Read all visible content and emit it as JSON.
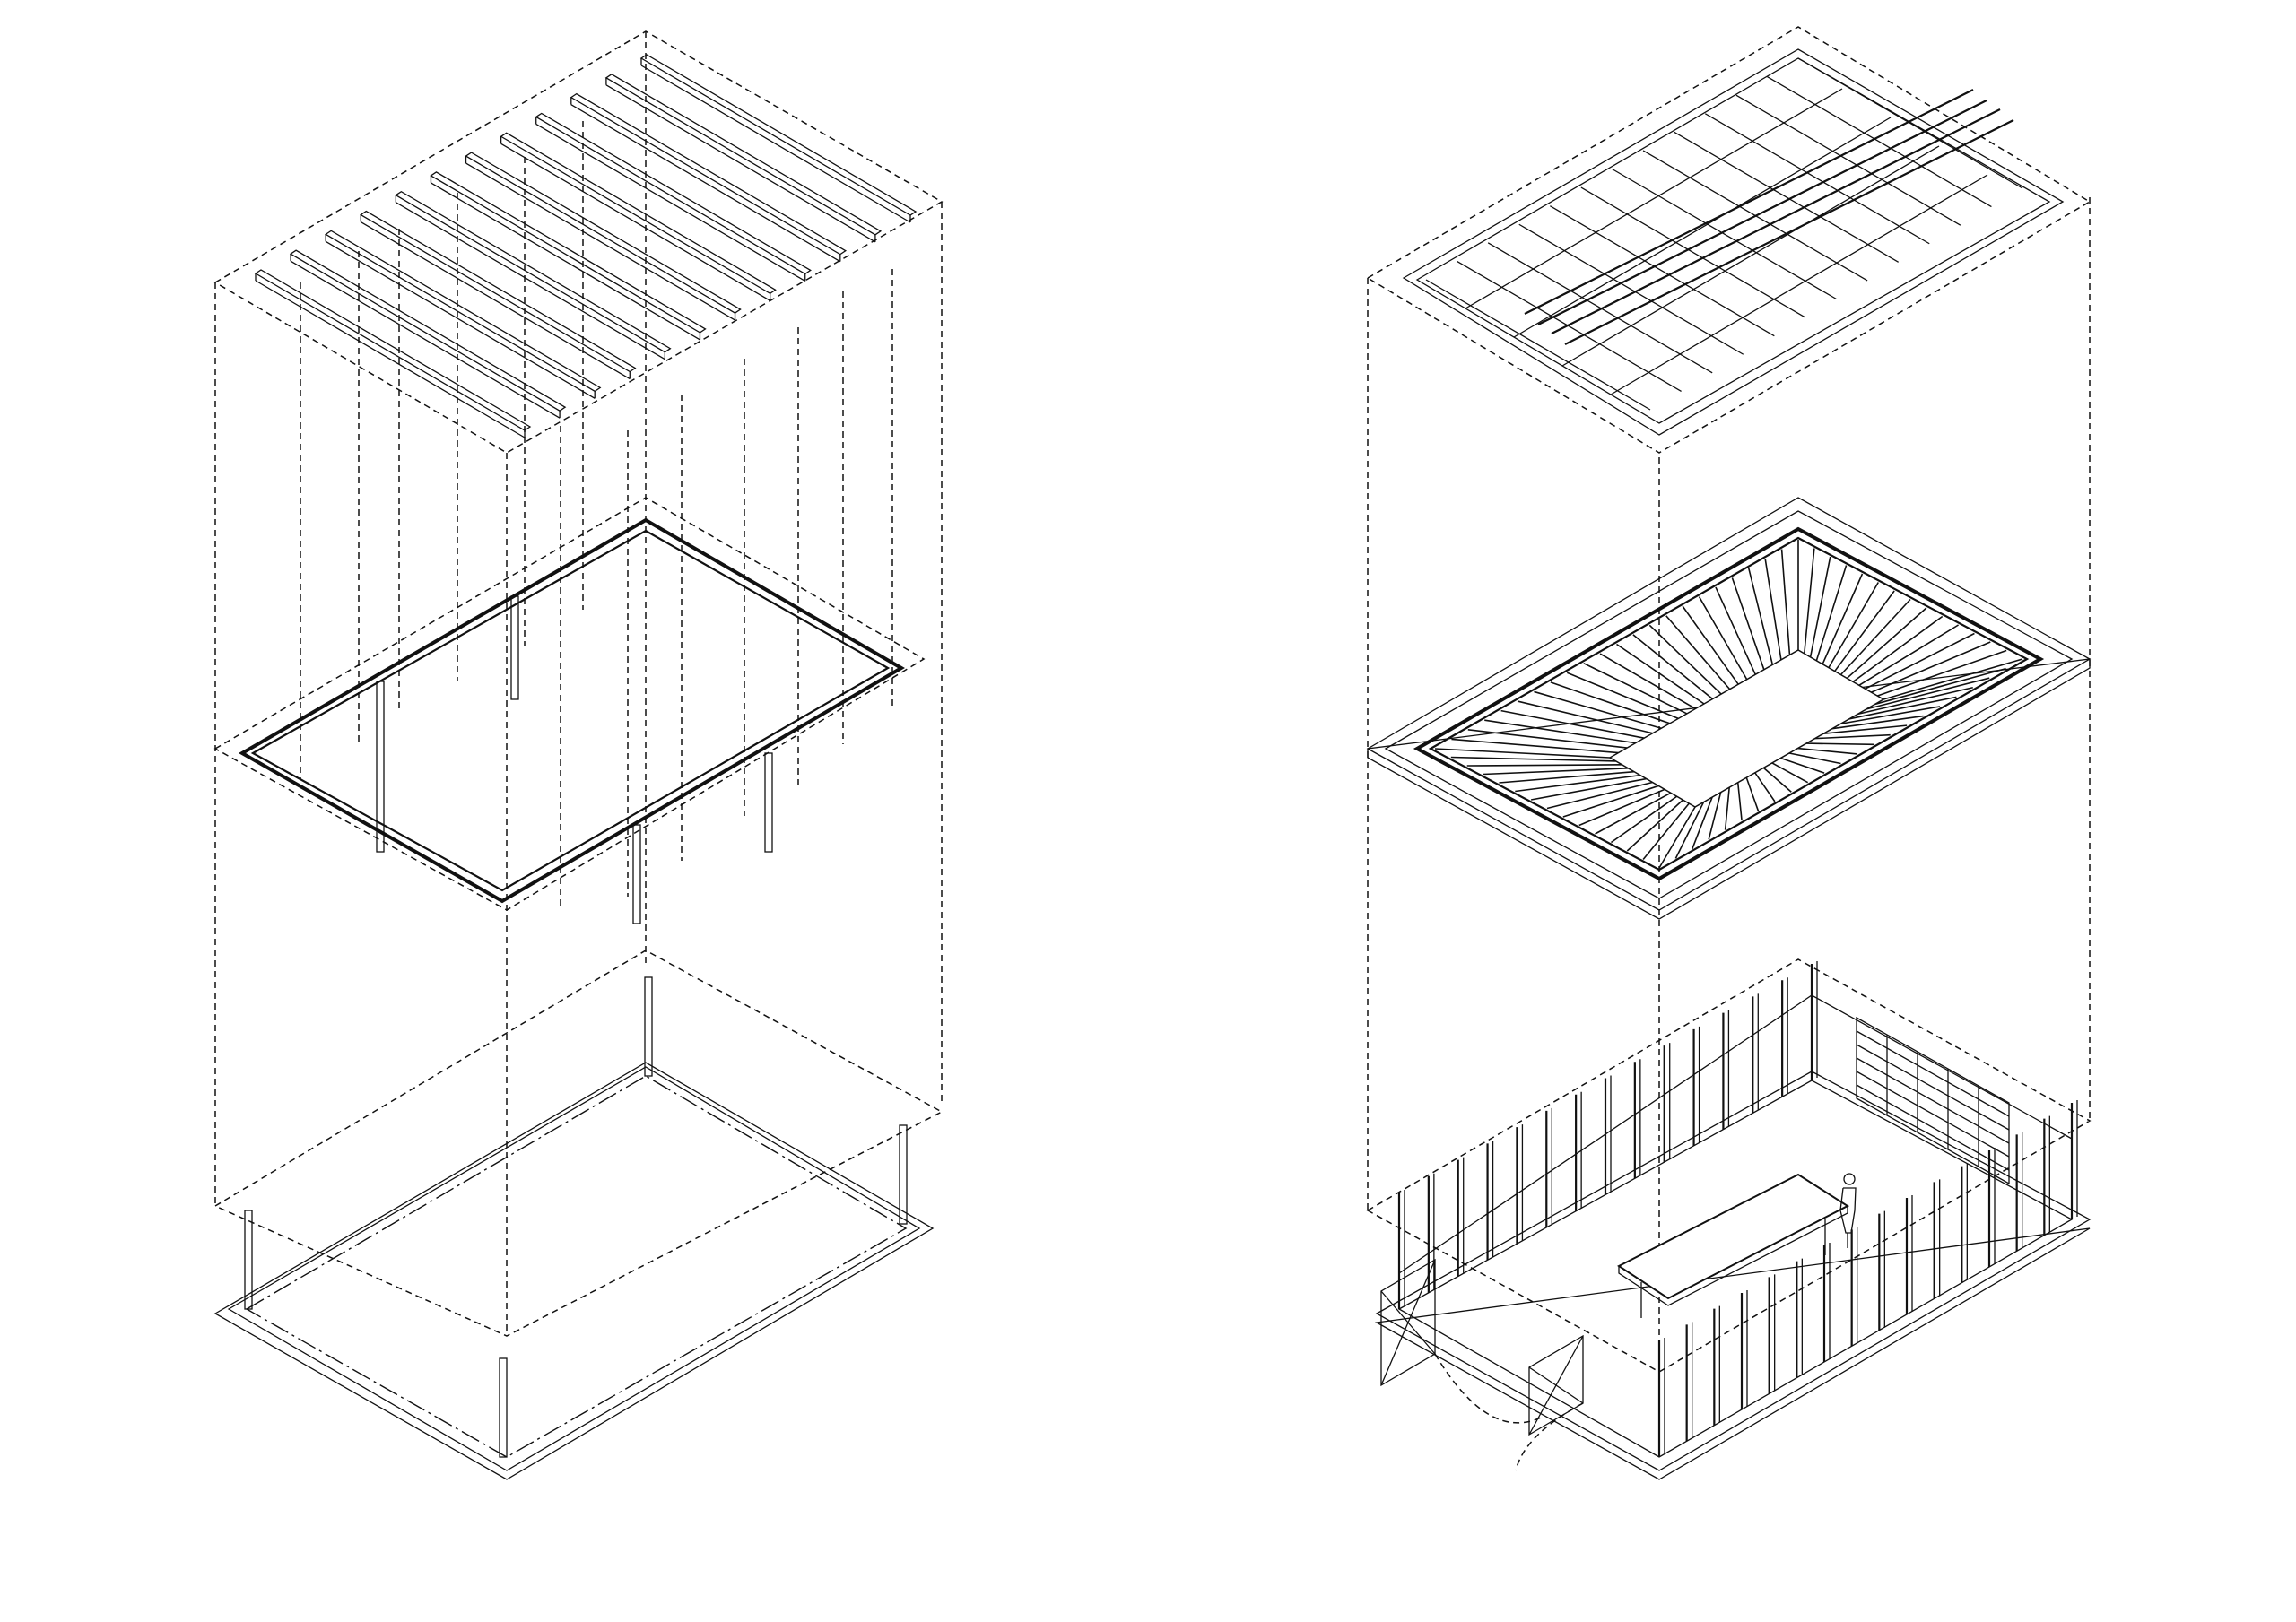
{
  "diagram": {
    "type": "exploded-axonometric",
    "views": [
      {
        "id": "structure",
        "layers": [
          "roof-beams",
          "ring-beam-and-columns",
          "floor-plate-and-corner-posts"
        ]
      },
      {
        "id": "building",
        "layers": [
          "roof-ceiling-coffers",
          "radial-slatted-skylight",
          "pavilion-interior"
        ]
      }
    ]
  }
}
